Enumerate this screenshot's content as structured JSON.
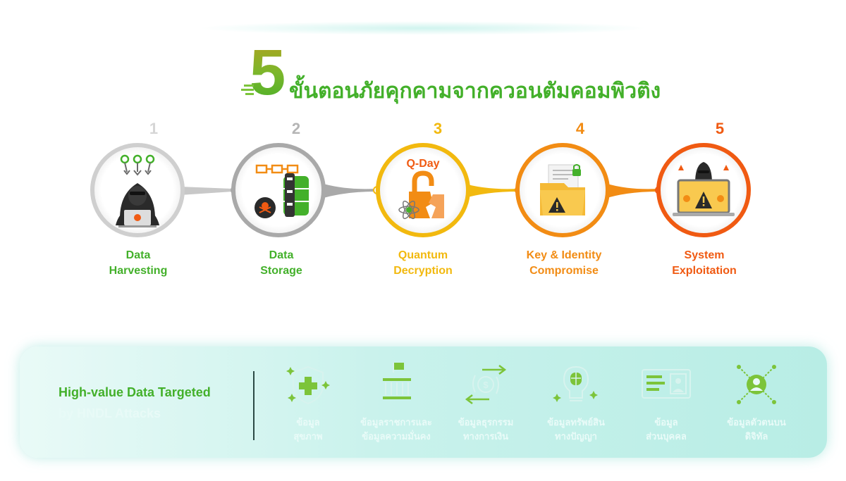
{
  "title": {
    "number": "5",
    "text": "ขั้นตอนภัยคุกคามจากควอนตัมคอมพิวติง"
  },
  "steps": [
    {
      "num": "1",
      "line1": "Data",
      "line2": "Harvesting",
      "color": "#43b02a",
      "num_color": "#d6d6d6",
      "ring": "#c8c8c8",
      "icon": "hacker-laptop-icon"
    },
    {
      "num": "2",
      "line1": "Data",
      "line2": "Storage",
      "color": "#43b02a",
      "num_color": "#b5b5b5",
      "ring": "#a9a9a9",
      "icon": "database-skull-icon"
    },
    {
      "num": "3",
      "line1": "Quantum",
      "line2": "Decryption",
      "color": "#f2b90f",
      "num_color": "#f2b90f",
      "ring": "#f2b90f",
      "icon": "broken-lock-icon",
      "badge": "Q-Day"
    },
    {
      "num": "4",
      "line1": "Key & Identity",
      "line2": "Compromise",
      "color": "#f28c14",
      "num_color": "#f28c14",
      "ring": "#f28c14",
      "icon": "folder-warning-icon"
    },
    {
      "num": "5",
      "line1": "System",
      "line2": "Exploitation",
      "color": "#f05a12",
      "num_color": "#f05a12",
      "ring": "#f05a12",
      "icon": "hacker-monitor-warning-icon"
    }
  ],
  "panel": {
    "title": "High-value Data Targeted",
    "subtitle": "by HNDL Attacks",
    "categories": [
      {
        "icon": "health-shield-icon",
        "line1": "ข้อมูล",
        "line2": "สุขภาพ"
      },
      {
        "icon": "government-building-icon",
        "line1": "ข้อมูลราชการและ",
        "line2": "ข้อมูลความมั่นคง"
      },
      {
        "icon": "financial-transfer-icon",
        "line1": "ข้อมูลธุรกรรม",
        "line2": "ทางการเงิน"
      },
      {
        "icon": "brain-bulb-icon",
        "line1": "ข้อมูลทรัพย์สิน",
        "line2": "ทางปัญญา"
      },
      {
        "icon": "id-card-icon",
        "line1": "ข้อมูล",
        "line2": "ส่วนบุคคล"
      },
      {
        "icon": "digital-identity-icon",
        "line1": "ข้อมูลตัวตนบน",
        "line2": "ดิจิทัล"
      }
    ]
  }
}
